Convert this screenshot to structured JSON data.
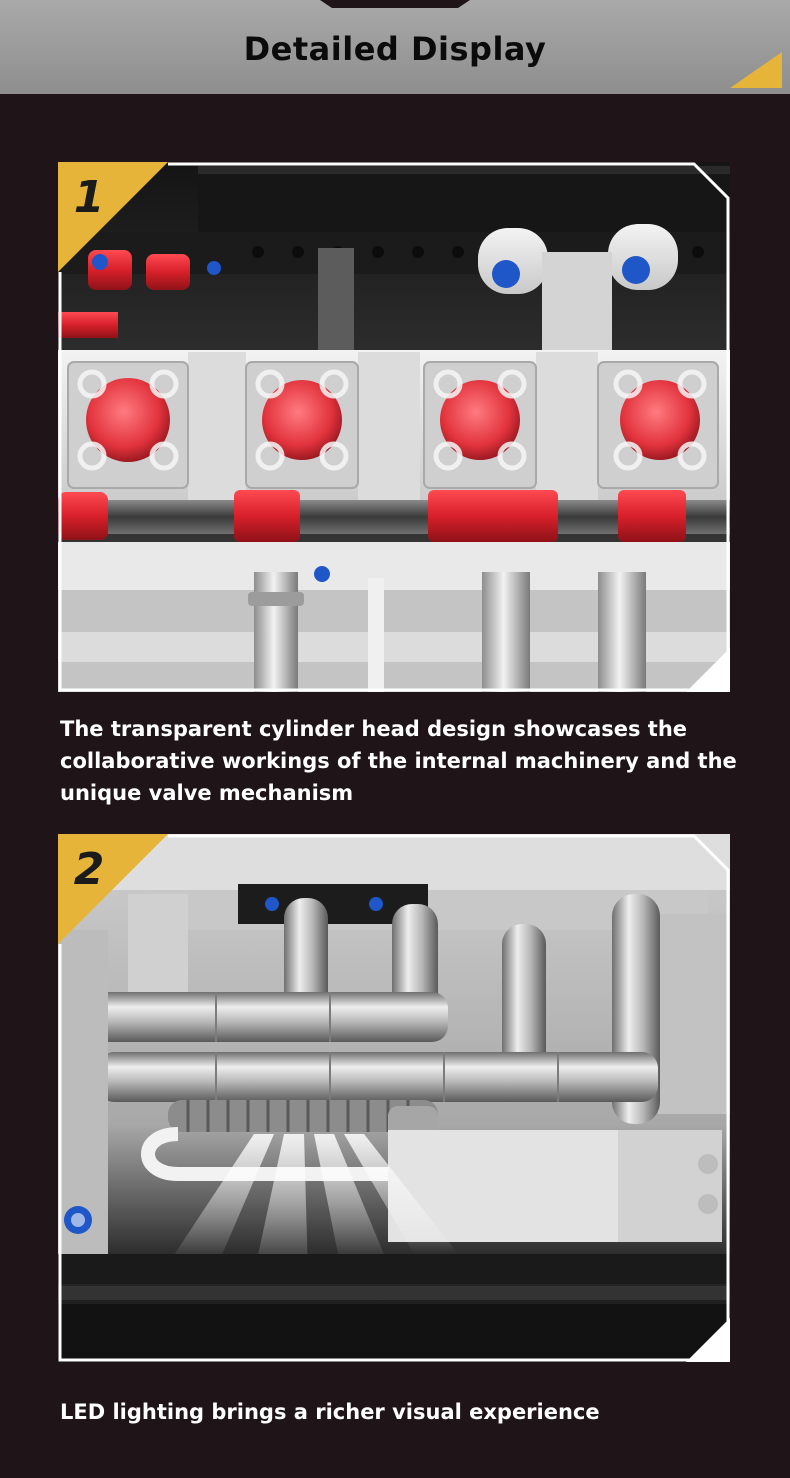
{
  "header": {
    "title": "Detailed  Display"
  },
  "sections": [
    {
      "badge": "1",
      "caption": "The transparent cylinder head design showcases the collaborative workings of the internal machinery and the unique valve mechanism"
    },
    {
      "badge": "2",
      "caption": "LED lighting brings a richer visual experience"
    }
  ],
  "colors": {
    "background": "#1f1418",
    "header_gray": "#9c9c9c",
    "accent_gold": "#e7b43a",
    "brick_red": "#d7202a",
    "brick_white": "#e4e4e4",
    "brick_blue": "#1f56c8"
  },
  "icons": [
    "number-badge-1-icon",
    "number-badge-2-icon",
    "gold-corner-triangle-icon"
  ]
}
